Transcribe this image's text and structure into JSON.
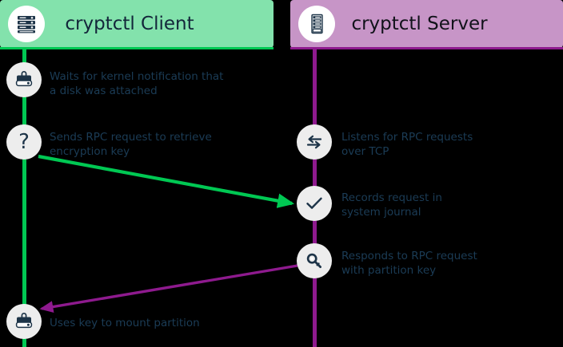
{
  "diagram": {
    "title": "cryptctl client/server key retrieval sequence",
    "background_color": "#000000",
    "text_color": "#1b3c56"
  },
  "lanes": [
    {
      "id": "client",
      "title": "cryptctl Client",
      "icon": "server-rack-icon",
      "accent_color": "#00c853",
      "header_color": "#83e2ac"
    },
    {
      "id": "server",
      "title": "cryptctl Server",
      "icon": "server-tower-icon",
      "accent_color": "#8e1a8e",
      "header_color": "#c795c7"
    }
  ],
  "steps": [
    {
      "id": "client-wait",
      "lane": "client",
      "icon": "disk-lock-icon",
      "label": "Waits for kernel notification that\na disk was attached"
    },
    {
      "id": "client-send-rpc",
      "lane": "client",
      "icon": "question-mark-icon",
      "label": "Sends RPC request to retrieve\nencryption key"
    },
    {
      "id": "server-listen",
      "lane": "server",
      "icon": "exchange-arrows-icon",
      "label": "Listens for RPC requests\nover TCP"
    },
    {
      "id": "server-record",
      "lane": "server",
      "icon": "checkmark-icon",
      "label": "Records request in\nsystem journal"
    },
    {
      "id": "server-respond",
      "lane": "server",
      "icon": "key-icon",
      "label": "Responds to RPC request\nwith partition key"
    },
    {
      "id": "client-mount",
      "lane": "client",
      "icon": "disk-lock-icon",
      "label": "Uses key to mount partition"
    }
  ],
  "arrows": [
    {
      "id": "request-arrow",
      "from": "client-send-rpc",
      "to": "server-record",
      "color": "#00c853",
      "direction": "client-to-server"
    },
    {
      "id": "response-arrow",
      "from": "server-respond",
      "to": "client-mount",
      "color": "#8e1a8e",
      "direction": "server-to-client"
    }
  ]
}
